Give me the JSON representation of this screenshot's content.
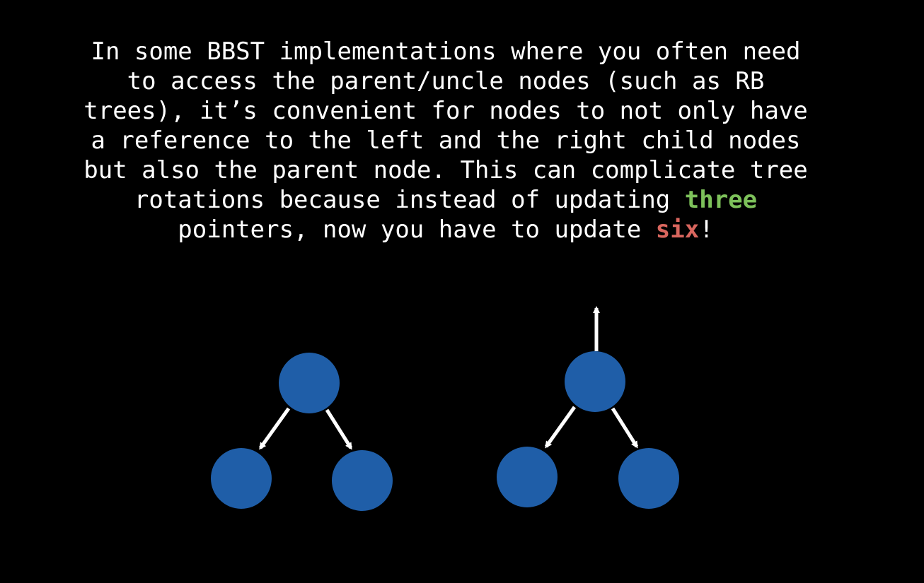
{
  "caption": {
    "lines": [
      "In some BBST implementations where you often need",
      "to access the parent/uncle nodes (such as RB",
      "trees), it’s convenient for nodes to not only have",
      "a reference to the left and the right child nodes",
      "but also the parent node. This can complicate tree"
    ],
    "line6_before": "rotations because instead of updating ",
    "highlight_three": "three",
    "line7_before": "pointers, now you have to update ",
    "highlight_six": "six",
    "line7_after": "!"
  },
  "colors": {
    "background": "#000000",
    "text": "#ffffff",
    "three": "#7dc15a",
    "six": "#d9665e",
    "node_fill": "#1f5ea8",
    "arrow": "#ffffff"
  },
  "diagram": {
    "left_tree": {
      "nodes": [
        "parent",
        "left-child",
        "right-child"
      ],
      "edges": [
        {
          "from": "parent",
          "to": "left-child"
        },
        {
          "from": "parent",
          "to": "right-child"
        }
      ]
    },
    "right_tree": {
      "nodes": [
        "parent",
        "left-child",
        "right-child"
      ],
      "edges": [
        {
          "from": "parent",
          "to": "left-child"
        },
        {
          "from": "parent",
          "to": "right-child"
        },
        {
          "from": "parent",
          "to": "up"
        }
      ]
    }
  }
}
